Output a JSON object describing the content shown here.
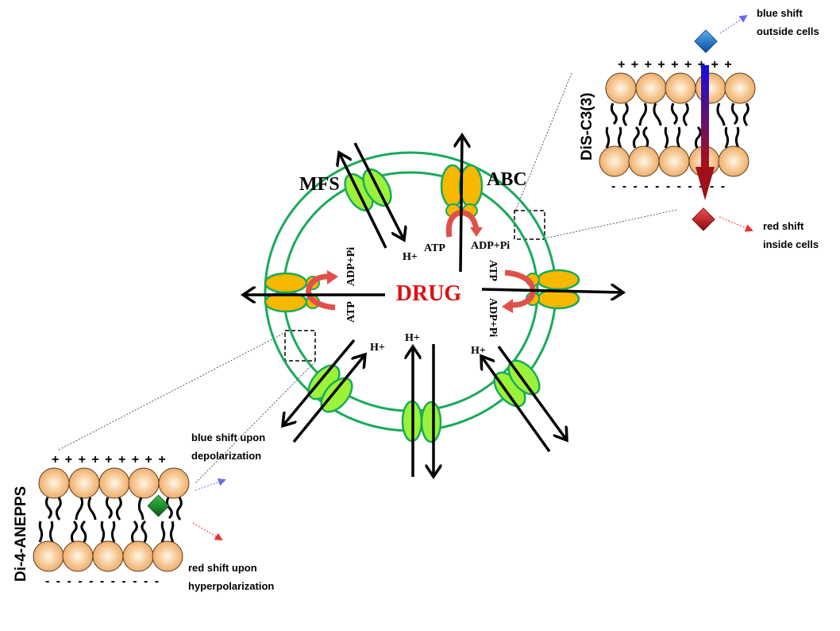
{
  "center_label": "DRUG",
  "transporters": {
    "mfs_label": "MFS",
    "abc_label": "ABC"
  },
  "ions": {
    "h_plus": "H+",
    "atp": "ATP",
    "adp_pi": "ADP+Pi"
  },
  "dis_panel": {
    "title": "DiS-C3(3)",
    "charges_top": "+ + + + + + + + +",
    "charges_bottom": "- - - - - - - - - - -",
    "blue_label_line1": "blue shift",
    "blue_label_line2": "outside cells",
    "red_label_line1": "red shift",
    "red_label_line2": "inside cells"
  },
  "anepps_panel": {
    "title": "Di-4-ANEPPS",
    "charges_top": "+ + + + + + + + +",
    "charges_bottom": "- - - - - - - - - - -",
    "blue_label_line1": "blue shift upon",
    "blue_label_line2": "depolarization",
    "red_label_line1": "red shift upon",
    "red_label_line2": "hyperpolarization"
  },
  "colors": {
    "membrane": "#1aaa5a",
    "abc_fill": "#f7b800",
    "mfs_fill": "#9cf23a",
    "drug": "#dd1111",
    "atp_arrow": "#e0504a",
    "head": "#f6c58e",
    "blue_probe": "#1e78c8",
    "red_probe": "#c41616",
    "green_probe": "#1b8a2c",
    "blue_shift": "#6a6af0",
    "red_shift": "#ee3030"
  }
}
